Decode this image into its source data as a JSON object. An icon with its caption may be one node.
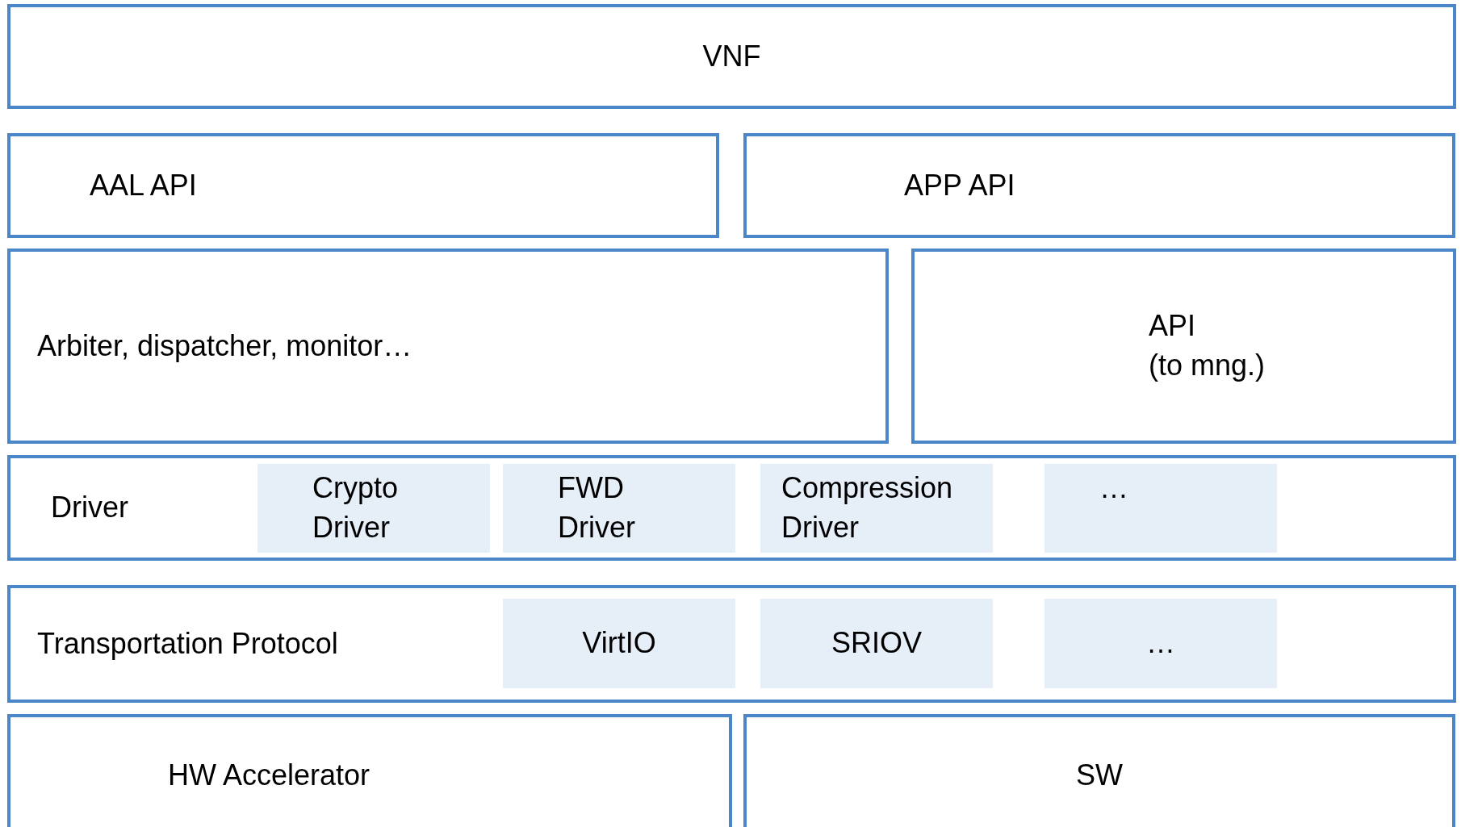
{
  "diagram": {
    "nodes": [
      {
        "text": [
          "VNF"
        ]
      },
      {
        "text": [
          "AAL API"
        ]
      },
      {
        "text": [
          "APP API"
        ]
      },
      {
        "text": [
          "Arbiter, dispatcher, monitor…"
        ]
      },
      {
        "text": [
          "API",
          "(to mng.)"
        ]
      },
      {
        "text": [
          "Driver"
        ]
      },
      {
        "text": [
          "Crypto Driver"
        ],
        "in": 5
      },
      {
        "text": [
          "FWD Driver"
        ],
        "in": 5
      },
      {
        "text": [
          "Compression Driver"
        ],
        "in": 5
      },
      {
        "text": [
          "…"
        ],
        "in": 5
      },
      {
        "text": [
          "Transportation Protocol"
        ]
      },
      {
        "text": [
          "VirtIO"
        ],
        "in": 10
      },
      {
        "text": [
          "SRIOV"
        ],
        "in": 10
      },
      {
        "text": [
          "…"
        ],
        "in": 10
      },
      {
        "text": [
          "HW Accelerator"
        ]
      },
      {
        "text": [
          "SW"
        ]
      }
    ],
    "edges": []
  }
}
